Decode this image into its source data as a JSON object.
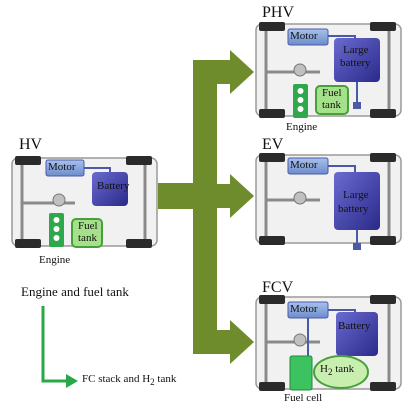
{
  "colors": {
    "arrow": "#6e8c2c",
    "chassis_fill": "#f1f1f1",
    "chassis_stroke": "#9a9a9a",
    "wheel": "#2b2b2b",
    "motor": "#7a9bd4",
    "battery": "#3f3fa8",
    "fuel_tank": "#a5e08a",
    "fuel_tank_stroke": "#49a03a",
    "engine": "#2ea84a",
    "fuel_cell": "#3cc25e",
    "h2_tank": "#c8efb0",
    "legend_arrow": "#2aa848",
    "wire": "#4a5aa8"
  },
  "vehicles": {
    "hv": {
      "title": "HV",
      "motor_label": "Motor",
      "battery_label": "Battery",
      "fuel_tank_label_1": "Fuel",
      "fuel_tank_label_2": "tank",
      "engine_label": "Engine"
    },
    "phv": {
      "title": "PHV",
      "motor_label": "Motor",
      "battery_label_1": "Large",
      "battery_label_2": "battery",
      "fuel_tank_label_1": "Fuel",
      "fuel_tank_label_2": "tank",
      "engine_label": "Engine"
    },
    "ev": {
      "title": "EV",
      "motor_label": "Motor",
      "battery_label_1": "Large",
      "battery_label_2": "battery"
    },
    "fcv": {
      "title": "FCV",
      "motor_label": "Motor",
      "battery_label": "Battery",
      "h2_tank_main": "H",
      "h2_tank_sub": "2",
      "h2_tank_suffix": " tank",
      "fuel_cell_label": "Fuel cell"
    }
  },
  "legend": {
    "from_label": "Engine and fuel tank",
    "to_main": "FC stack and H",
    "to_sub": "2",
    "to_suffix": " tank"
  }
}
